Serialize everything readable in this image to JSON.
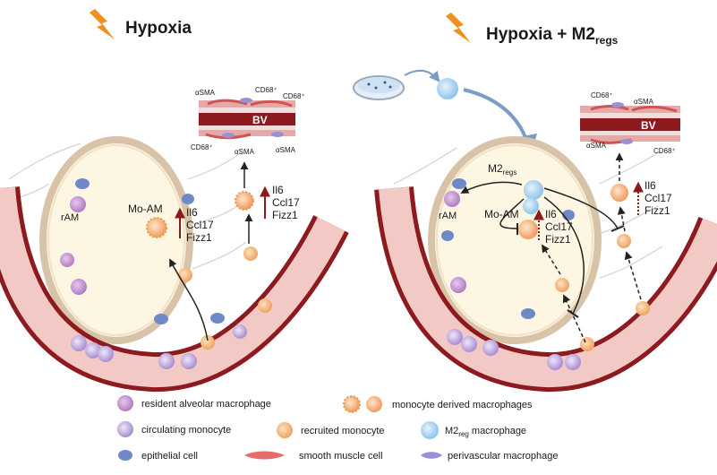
{
  "panels": {
    "left": {
      "title": "Hypoxia",
      "labels": {
        "rAM": "rAM",
        "MoAM": "Mo-AM",
        "BV": "BV",
        "aSMA": "αSMA",
        "CD68": "CD68⁺",
        "genes": [
          "Il6",
          "Ccl17",
          "Fizz1"
        ]
      }
    },
    "right": {
      "title_main": "Hypoxia + M2",
      "title_sub": "regs",
      "labels": {
        "M2regs_main": "M2",
        "M2regs_sub": "regs",
        "rAM": "rAM",
        "MoAM": "Mo-AM",
        "BV": "BV",
        "aSMA": "αSMA",
        "CD68": "CD68⁺",
        "genes": [
          "Il6",
          "Ccl17",
          "Fizz1"
        ]
      }
    }
  },
  "legend": {
    "items": [
      {
        "key": "resident",
        "label": "resident alveolar macrophage"
      },
      {
        "key": "monoderived",
        "label": "monocyte derived macrophages"
      },
      {
        "key": "circulating",
        "label": "circulating monocyte"
      },
      {
        "key": "recruited",
        "label": "recruited monocyte"
      },
      {
        "key": "m2reg",
        "label_main": "M2",
        "label_sub": "reg",
        "label_rest": " macrophage"
      },
      {
        "key": "epithelial",
        "label": "epithelial cell"
      },
      {
        "key": "smooth",
        "label": "smooth muscle cell"
      },
      {
        "key": "perivascular",
        "label": "perivascular macrophage"
      }
    ]
  },
  "colors": {
    "lightning": "#f0901e",
    "vessel_outer": "#8c1a1f",
    "vessel_inner": "#f3c9c6",
    "alveolus": "#fdf6e3",
    "alveolus_border": "#d9c3a8",
    "resident": "#c79ad3",
    "circulating": "#c9b6e4",
    "recruited": "#f6c089",
    "m2reg": "#b9dcf4",
    "epithelial": "#6f88c8",
    "up_arrow": "#8b1a1a"
  }
}
